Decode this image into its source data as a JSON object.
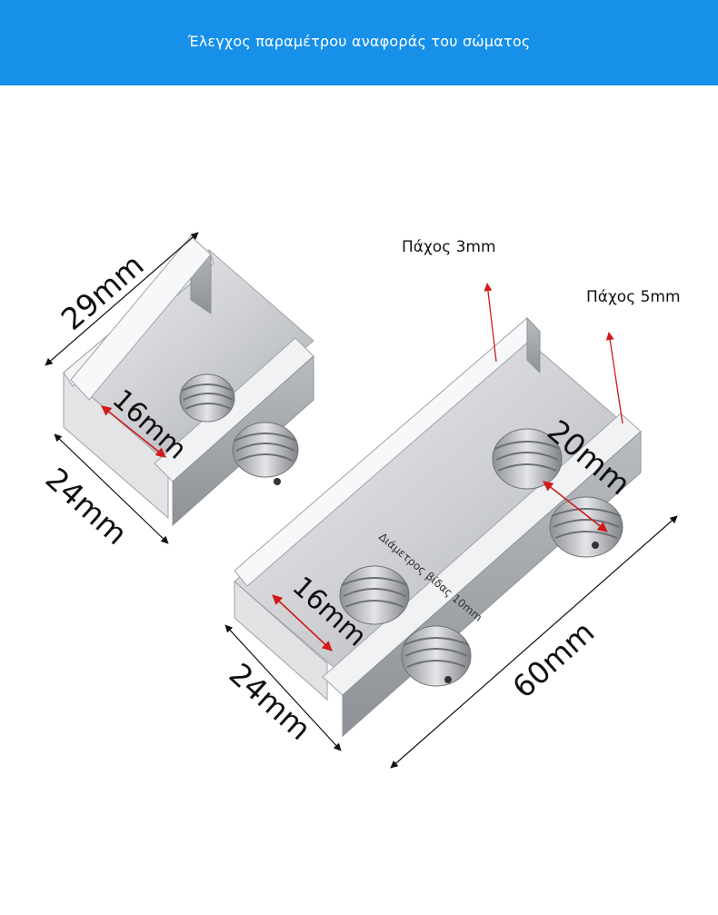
{
  "header": {
    "title": "Έλεγχος παραμέτρου αναφοράς του σώματος",
    "background_color": "#1690e8"
  },
  "small_clamp": {
    "length_label": "29mm",
    "width_label": "24mm",
    "inner_width_label": "16mm"
  },
  "large_clamp": {
    "thickness_left_label": "Πάχος 3mm",
    "thickness_right_label": "Πάχος 5mm",
    "bolt_spacing_label": "20mm",
    "thread_diameter_label": "Διάμετρος βίδας 10mm",
    "inner_width_label": "16mm",
    "width_label": "24mm",
    "length_label": "60mm"
  },
  "colors": {
    "dimension_line": "#111111",
    "red_arrow": "#d11a1a",
    "aluminum": "#cfd1d4"
  }
}
